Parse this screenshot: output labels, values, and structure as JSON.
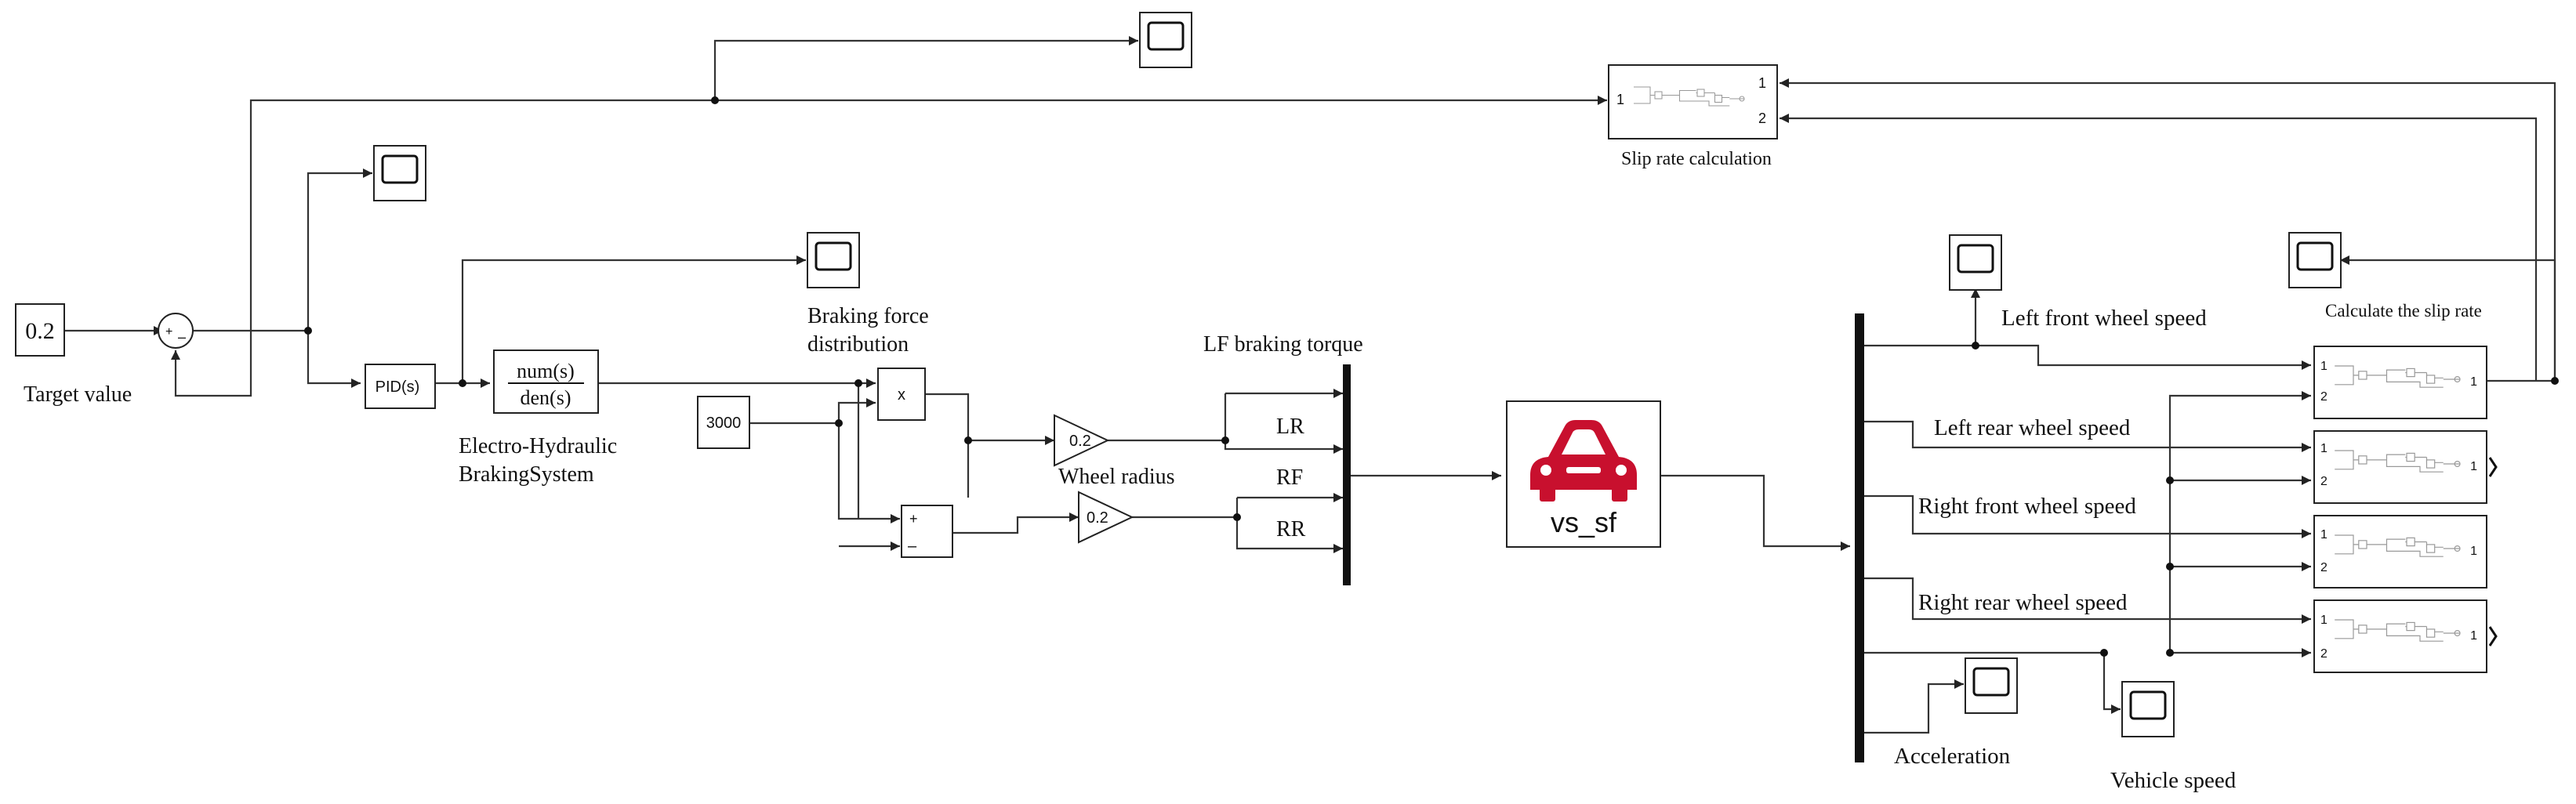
{
  "diagram": {
    "blocks": {
      "target_value": "0.2",
      "target_label": "Target value",
      "sum_plus": "+",
      "sum_minus": "–",
      "pid": "PID(s)",
      "tf_num": "num(s)",
      "tf_den": "den(s)",
      "ehb_label_1": "Electro-Hydraulic",
      "ehb_label_2": "BrakingSystem",
      "const_3000": "3000",
      "product": "x",
      "sub_plus": "+",
      "sub_minus": "–",
      "bfd_label_1": "Braking force",
      "bfd_label_2": "distribution",
      "gain_top": "0.2",
      "gain_bottom": "0.2",
      "wheel_radius_label": "Wheel radius",
      "lf_label": "LF braking torque",
      "lr": "LR",
      "rf": "RF",
      "rr": "RR",
      "vehicle": "vs_sf",
      "slip_calc_label": "Slip rate calculation",
      "slip_in": "1",
      "slip_out_1": "1",
      "slip_out_2": "2",
      "calc_slip_label": "Calculate the slip rate",
      "lf_speed": "Left front wheel speed",
      "lr_speed": "Left rear wheel speed",
      "rf_speed": "Right front wheel speed",
      "rr_speed": "Right rear wheel speed",
      "acceleration": "Acceleration",
      "vehicle_speed": "Vehicle speed",
      "port_1": "1",
      "port_2": "2"
    },
    "colors": {
      "vehicle_icon": "#c8102e",
      "line": "#333333"
    }
  }
}
